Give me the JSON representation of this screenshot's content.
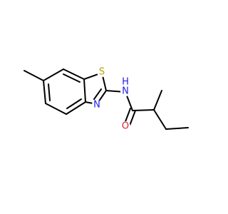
{
  "molecule": {
    "atoms": {
      "sulfur": {
        "label": "S",
        "color": "#b3a300"
      },
      "ring_nitrogen": {
        "label": "N",
        "color": "#1f1fe6"
      },
      "amide_nitrogen": {
        "label": "N",
        "color": "#1f1fe6"
      },
      "amide_hydrogen": {
        "label": "H",
        "color": "#1f1fe6"
      },
      "carbonyl_oxygen": {
        "label": "O",
        "color": "#e61f1f"
      }
    },
    "bond_color": "#000000",
    "background": "#ffffff"
  }
}
